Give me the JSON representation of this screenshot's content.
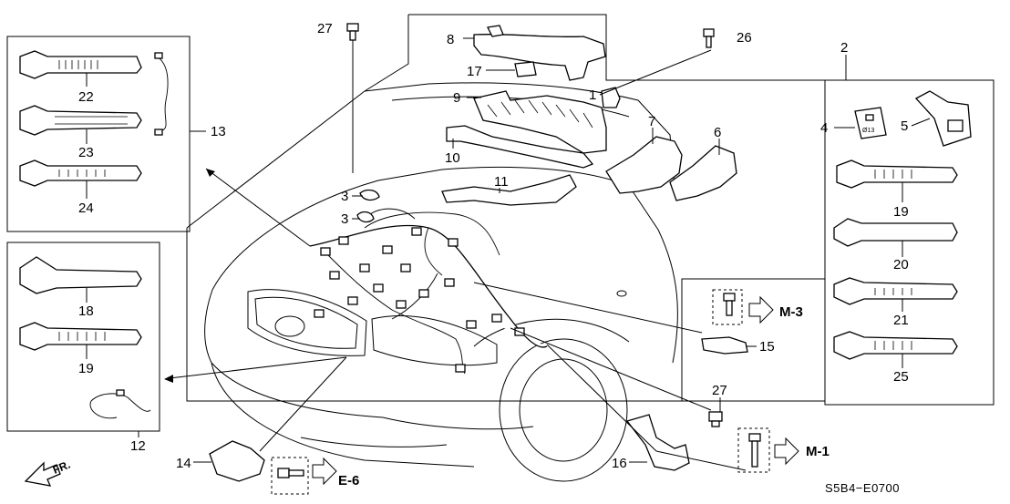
{
  "diagram_code": "S5B4−E0700",
  "front_label": "FR.",
  "references": {
    "m3": "M-3",
    "m1": "M-1",
    "e6": "E-6"
  },
  "part4_stamp": "Ø13",
  "callouts": {
    "c1": "1",
    "c2": "2",
    "c3a": "3",
    "c3b": "3",
    "c4": "4",
    "c5": "5",
    "c6": "6",
    "c7": "7",
    "c8": "8",
    "c9": "9",
    "c10": "10",
    "c11": "11",
    "c12": "12",
    "c13": "13",
    "c14": "14",
    "c15": "15",
    "c16": "16",
    "c17": "17",
    "c18": "18",
    "c19a": "19",
    "c19b": "19",
    "c20": "20",
    "c21": "21",
    "c22": "22",
    "c23": "23",
    "c24": "24",
    "c25": "25",
    "c26": "26",
    "c27a": "27",
    "c27b": "27"
  }
}
